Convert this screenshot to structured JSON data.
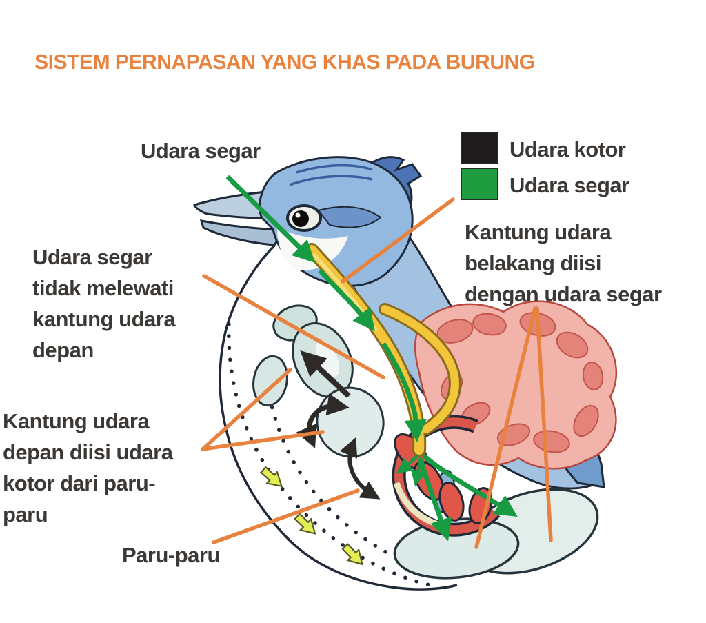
{
  "title": {
    "text": "SISTEM PERNAPASAN YANG KHAS PADA BURUNG"
  },
  "legend": {
    "items": [
      {
        "label": "Udara kotor",
        "color": "#1d1b1b"
      },
      {
        "label": "Udara segar",
        "color": "#1f9c3d"
      }
    ]
  },
  "annotations": {
    "fresh_air_in": "Udara segar",
    "fresh_air_bypass": "Udara segar\ntidak melewati\nkantung udara\ndepan",
    "rear_air_sacs": "Kantung udara\nbelakang diisi\ndengan udara segar",
    "front_air_sacs": "Kantung udara\ndepan diisi udara\nkotor dari paru-\nparu",
    "lungs": "Paru-paru"
  },
  "colors": {
    "accent_orange": "#e8823f",
    "flow_green": "#179b43",
    "flow_black": "#2e2a28",
    "text": "#3b3835",
    "legend_black": "#1d1b1b",
    "legend_green": "#1f9c3d",
    "body_motion_yellow": "#e2ee52"
  }
}
